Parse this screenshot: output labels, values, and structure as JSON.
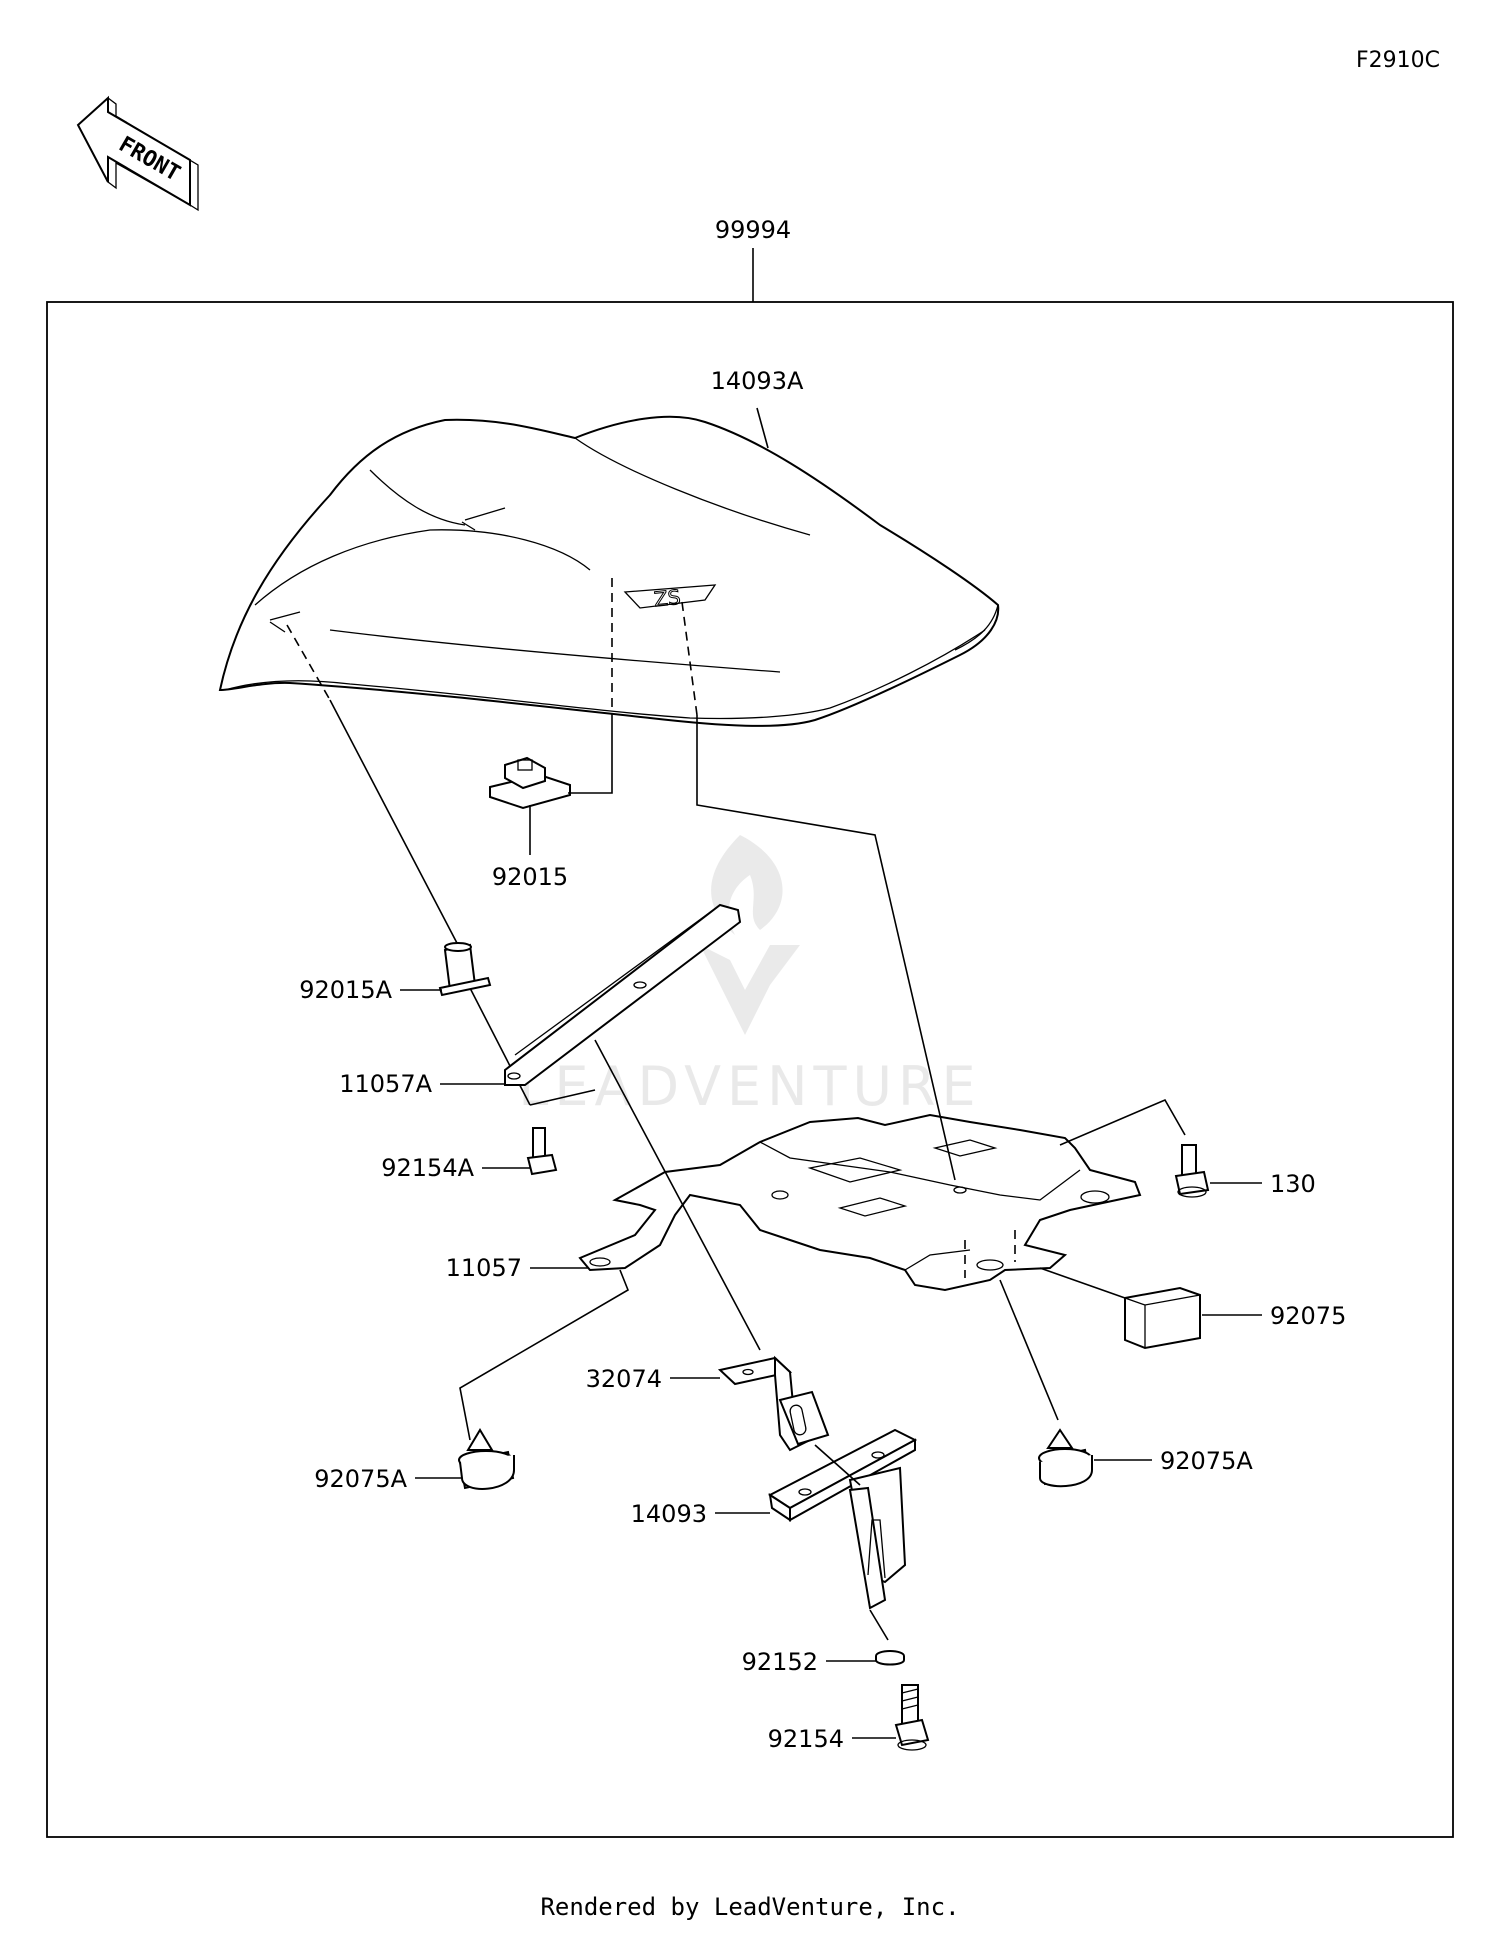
{
  "diagram_code": "F2910C",
  "front_label": "FRONT",
  "watermark_text": "LEADVENTURE",
  "footer": "Rendered by LeadVenture, Inc.",
  "parts": {
    "p99994": "99994",
    "p14093A": "14093A",
    "p92015": "92015",
    "p92015A": "92015A",
    "p11057A": "11057A",
    "p92154A": "92154A",
    "p130": "130",
    "p11057": "11057",
    "p92075": "92075",
    "p32074": "32074",
    "p92075A_left": "92075A",
    "p92075A_right": "92075A",
    "p14093": "14093",
    "p92152": "92152",
    "p92154": "92154"
  }
}
